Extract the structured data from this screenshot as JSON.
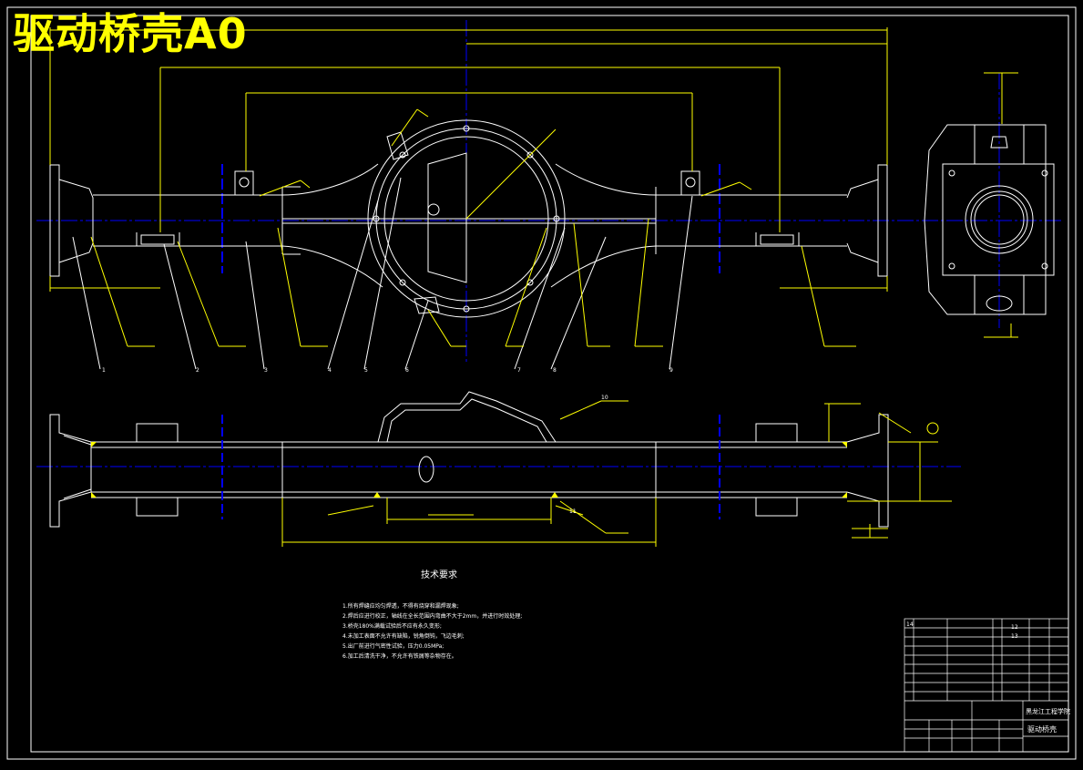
{
  "title": "驱动桥壳A0",
  "technical_requirements": {
    "heading": "技术要求",
    "items": [
      "1.所有焊缝应均匀焊透，不得有烧穿和漏焊现象;",
      "2.焊后应进行校正，轴线在全长范围内弯曲不大于2mm，并进行时效处理;",
      "3.桥壳180%满载试验后不应有永久变形;",
      "4.未加工表面不允许有缺陷，锐角倒钝，飞边毛刺;",
      "5.出厂前进行气密性试验，压力0.05MPa;",
      "6.加工后清洗干净，不允许有铁屑等杂物存在。"
    ]
  },
  "title_block": {
    "school": "黑龙江工程学院",
    "drawing_name": "驱动桥壳"
  },
  "callouts": [
    "1",
    "2",
    "3",
    "4",
    "5",
    "6",
    "7",
    "8",
    "9",
    "10",
    "11",
    "12",
    "13",
    "14"
  ],
  "colors": {
    "background": "#000000",
    "outline": "#ffffff",
    "dimension": "#ffff00",
    "centerline": "#0000ff",
    "title": "#ffff00"
  }
}
